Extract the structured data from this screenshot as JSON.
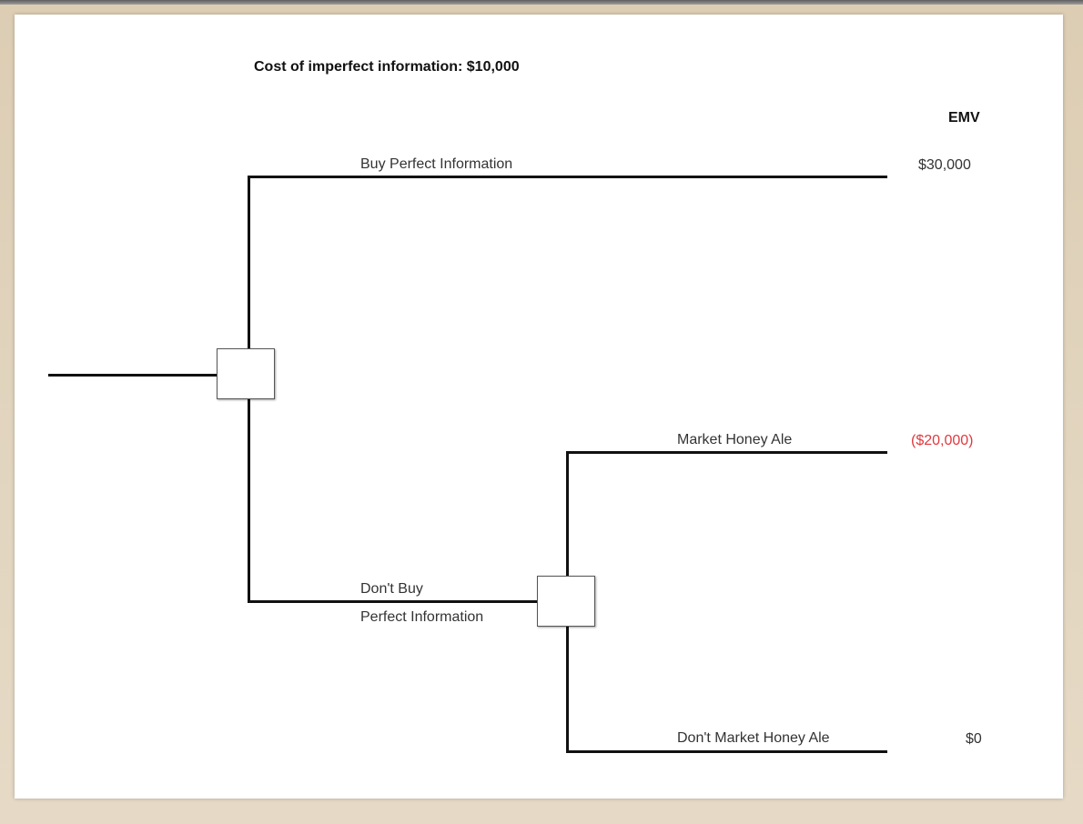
{
  "diagram": {
    "header_note": "Cost of imperfect information: $10,000",
    "emv_header": "EMV",
    "branches": {
      "buy_perfect_info": {
        "label": "Buy Perfect Information",
        "emv": "$30,000"
      },
      "dont_buy_perfect_info": {
        "label_line1": "Don't Buy",
        "label_line2": "Perfect Information"
      },
      "market_honey_ale": {
        "label": "Market Honey Ale",
        "emv": "($20,000)"
      },
      "dont_market_honey_ale": {
        "label": "Don't Market Honey Ale",
        "emv": "$0"
      }
    },
    "colors": {
      "negative_value": "#e0393f",
      "line": "#111111"
    }
  }
}
